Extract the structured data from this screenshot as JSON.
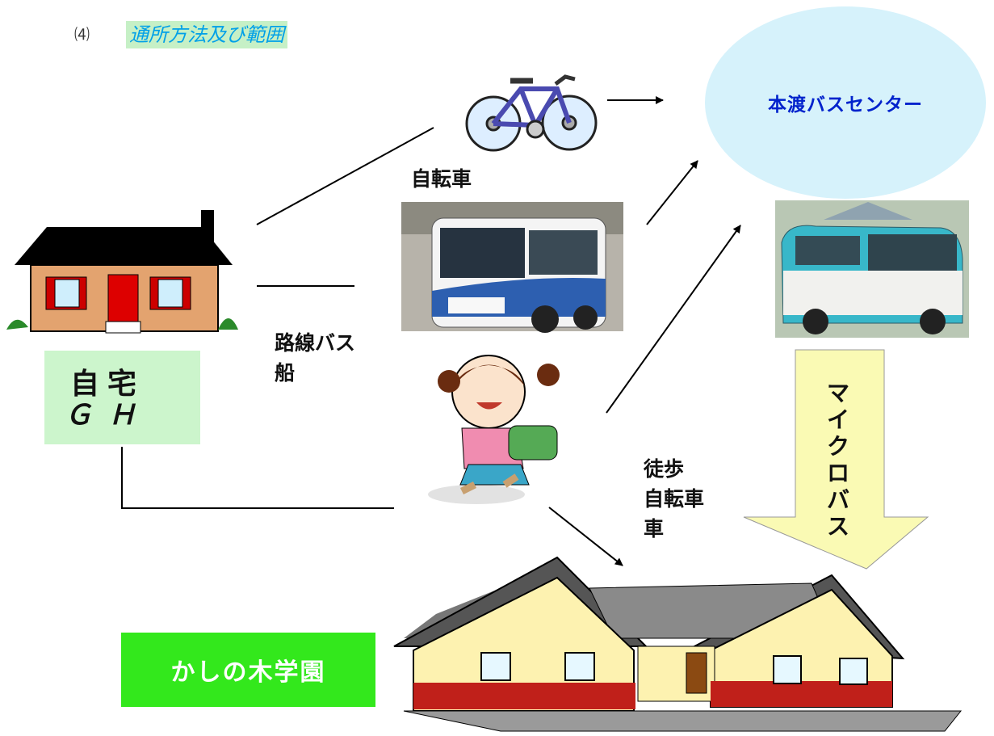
{
  "heading": {
    "number": "⑷",
    "title": "通所方法及び範囲"
  },
  "bus_center": {
    "label": "本渡バスセンター"
  },
  "home": {
    "line1": "自宅",
    "line2": "ＧＨ"
  },
  "labels": {
    "bicycle": "自転車",
    "route_bus": "路線バス",
    "ship": "船",
    "walk": "徒歩",
    "walk_bicycle": "自転車",
    "walk_car": "車",
    "microbus": "マイクロバス"
  },
  "school": {
    "label": "かしの木学園"
  },
  "colors": {
    "heading_text": "#00a0e8",
    "heading_bg": "#c6f0c6",
    "bus_center_bg": "#d6f2fb",
    "bus_center_text": "#0022cc",
    "home_bg": "#ccf5cc",
    "school_bg": "#33e81c",
    "microbus_arrow": "#fafab4"
  },
  "icons": [
    "house-icon",
    "bicycle-icon",
    "route-bus-photo",
    "girl-running-icon",
    "microbus-photo",
    "school-building-icon"
  ]
}
